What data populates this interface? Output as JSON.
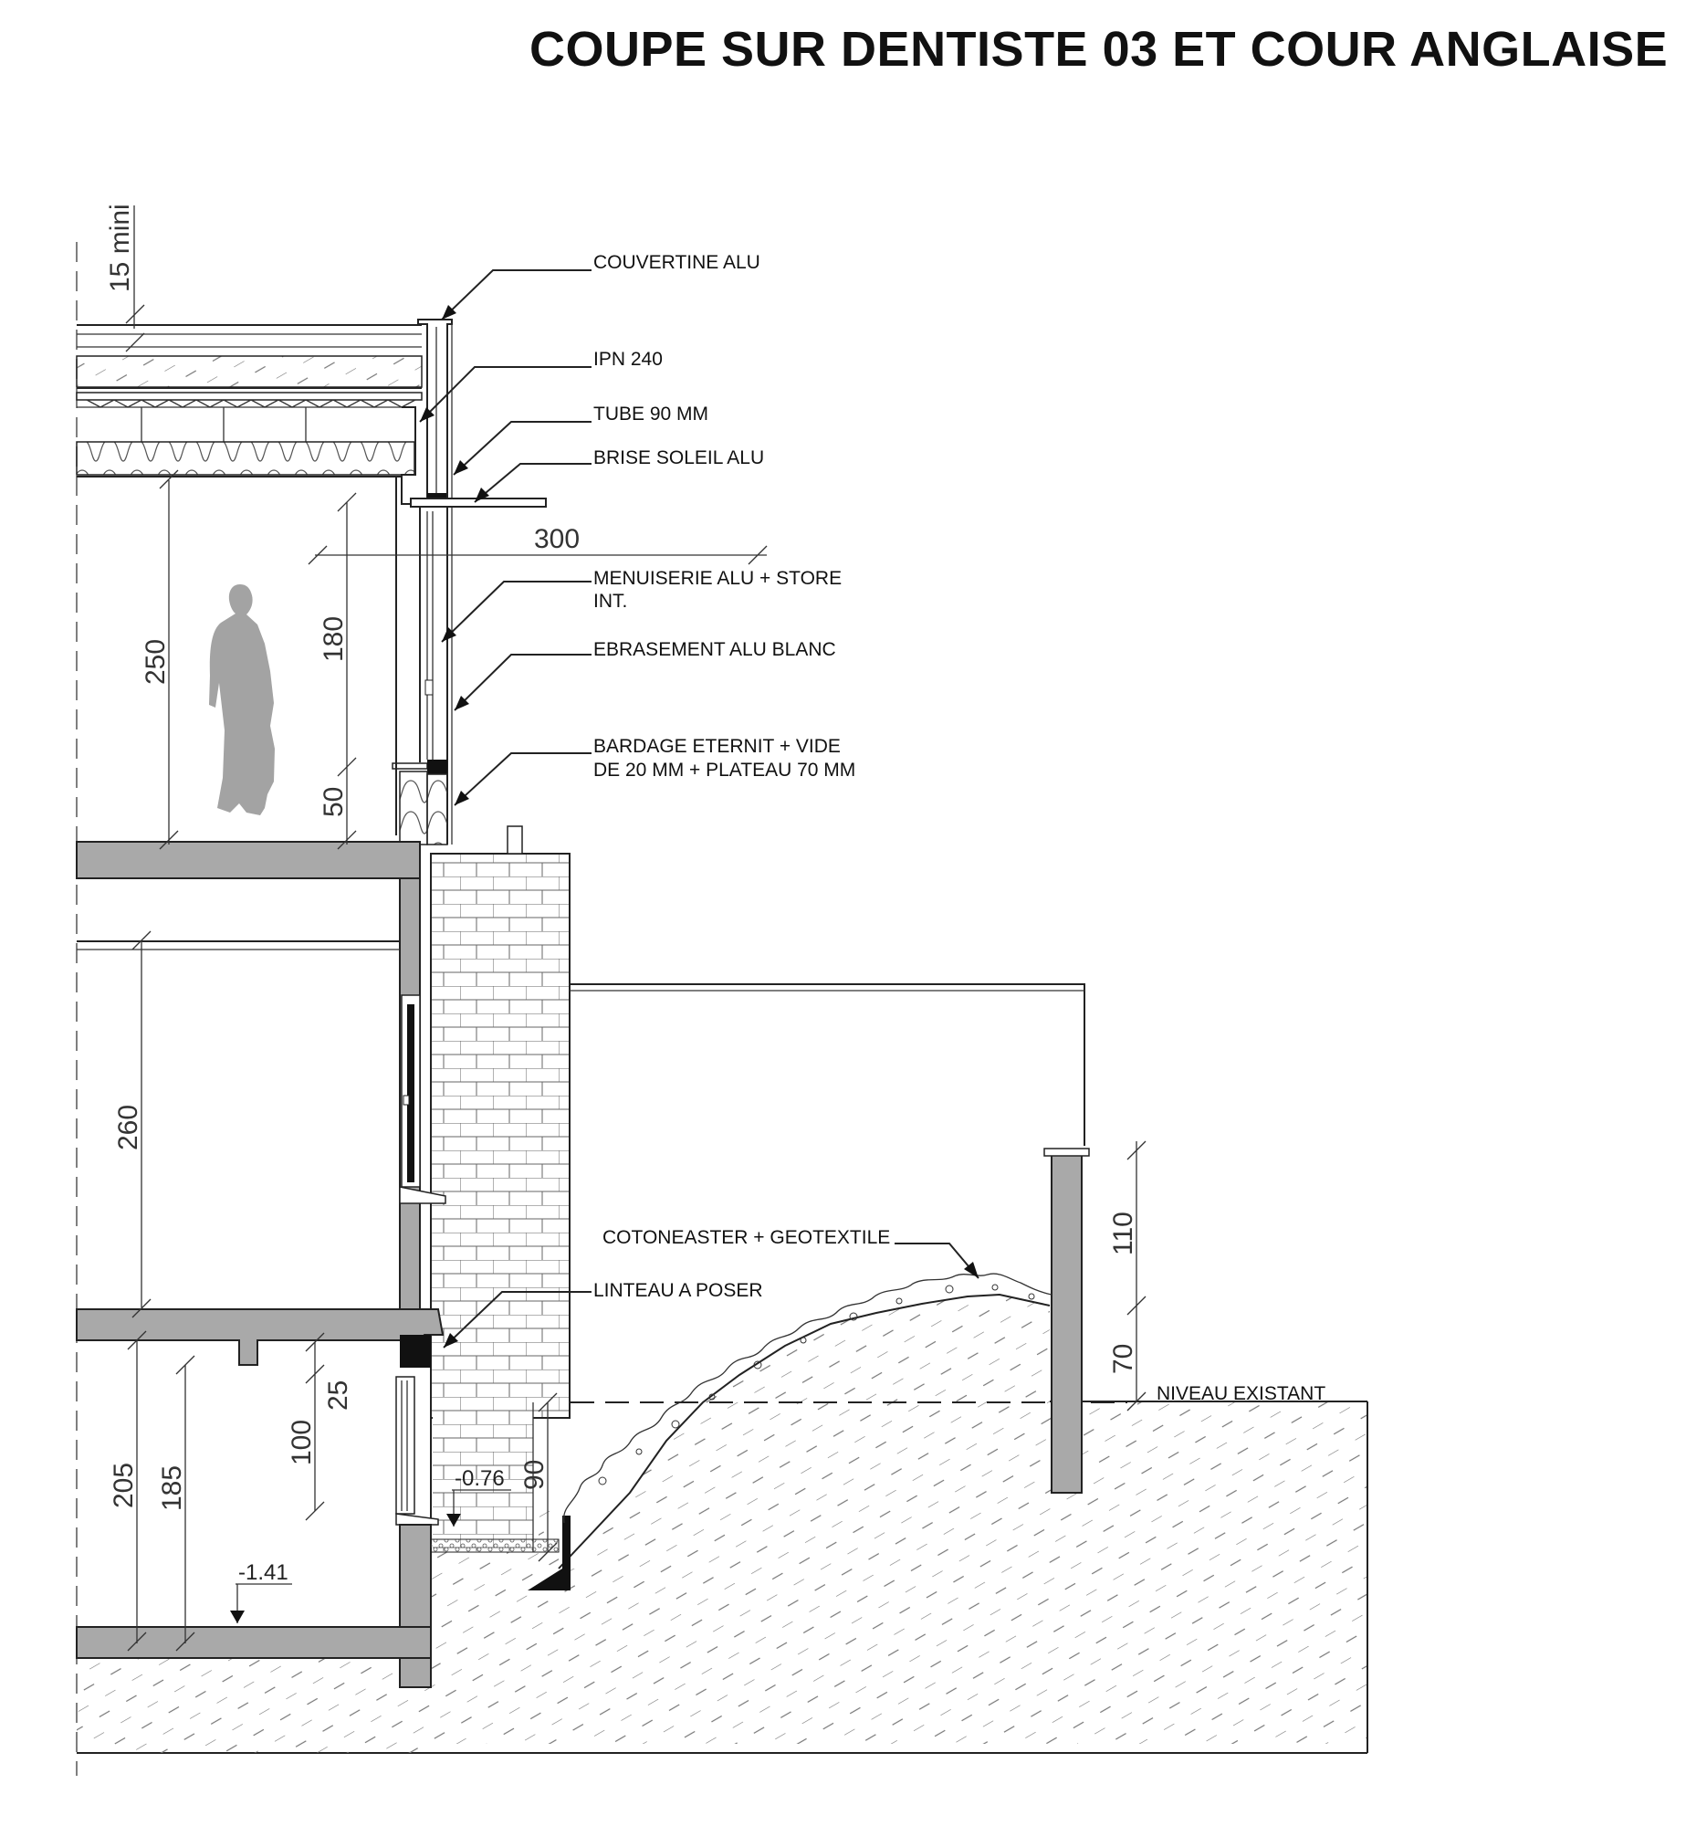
{
  "title": "COUPE SUR DENTISTE 03 ET COUR ANGLAISE",
  "labels": {
    "couvertine": "COUVERTINE ALU",
    "ipn": "IPN 240",
    "tube": "TUBE 90 MM",
    "brise_soleil": "BRISE SOLEIL ALU",
    "menuiserie_1": "MENUISERIE ALU + STORE",
    "menuiserie_2": "INT.",
    "ebrasement": "EBRASEMENT ALU BLANC",
    "bardage_1": "BARDAGE ETERNIT + VIDE",
    "bardage_2": "DE 20 MM + PLATEAU 70 MM",
    "cotoneaster": "COTONEASTER + GEOTEXTILE",
    "linteau": "LINTEAU A POSER",
    "niveau": "NIVEAU EXISTANT"
  },
  "dimensions": {
    "d15": "15 mini",
    "d300": "300",
    "d250": "250",
    "d180": "180",
    "d50": "50",
    "d260": "260",
    "d205": "205",
    "d185": "185",
    "d100": "100",
    "d25": "25",
    "d90": "90",
    "d110": "110",
    "d70": "70"
  },
  "levels": {
    "l076": "-0.76",
    "l141": "-1.41"
  },
  "colors": {
    "concrete": "#a9a9a9",
    "line": "#222222",
    "figure": "#a0a0a0"
  }
}
